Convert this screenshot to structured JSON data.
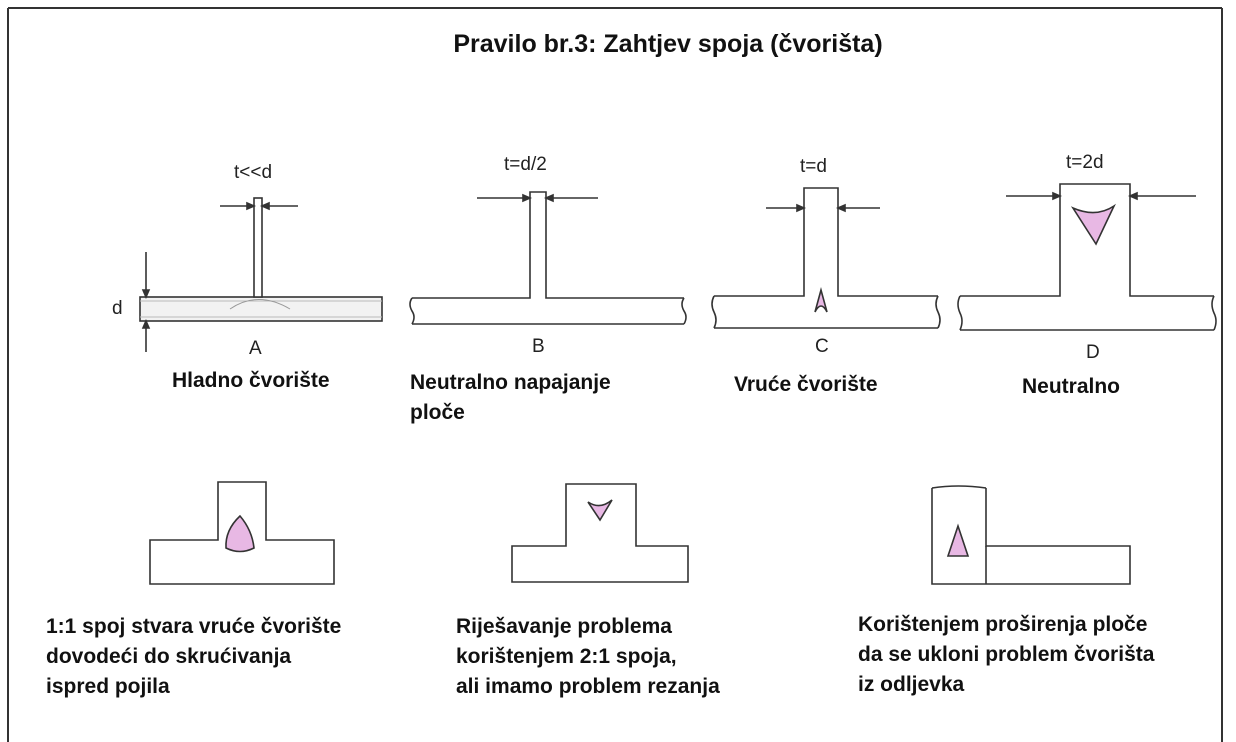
{
  "title": "Pravilo br.3: Zahtjev  spoja (čvorišta)",
  "top_row": [
    {
      "dim": "t<<d",
      "letter": "A",
      "caption": "Hladno čvorište"
    },
    {
      "dim": "t=d/2",
      "letter": "B",
      "caption": "Neutralno napajanje\nploče"
    },
    {
      "dim": "t=d",
      "letter": "C",
      "caption": "Vruće čvorište"
    },
    {
      "dim": "t=2d",
      "letter": "D",
      "caption": "Neutralno"
    }
  ],
  "d_label": "d",
  "bottom_row": [
    {
      "caption": "1:1 spoj stvara vruće čvorište\ndovodeći do skrućivanja\nispred pojila"
    },
    {
      "caption": "Riješavanje problema\nkorištenjem 2:1 spoja,\nali imamo problem rezanja"
    },
    {
      "caption": "Korištenjem proširenja ploče\nda se ukloni problem čvorišta\niz odljevka"
    }
  ],
  "colors": {
    "hot_spot_fill": "#e8b8e4",
    "outline": "#333333"
  }
}
